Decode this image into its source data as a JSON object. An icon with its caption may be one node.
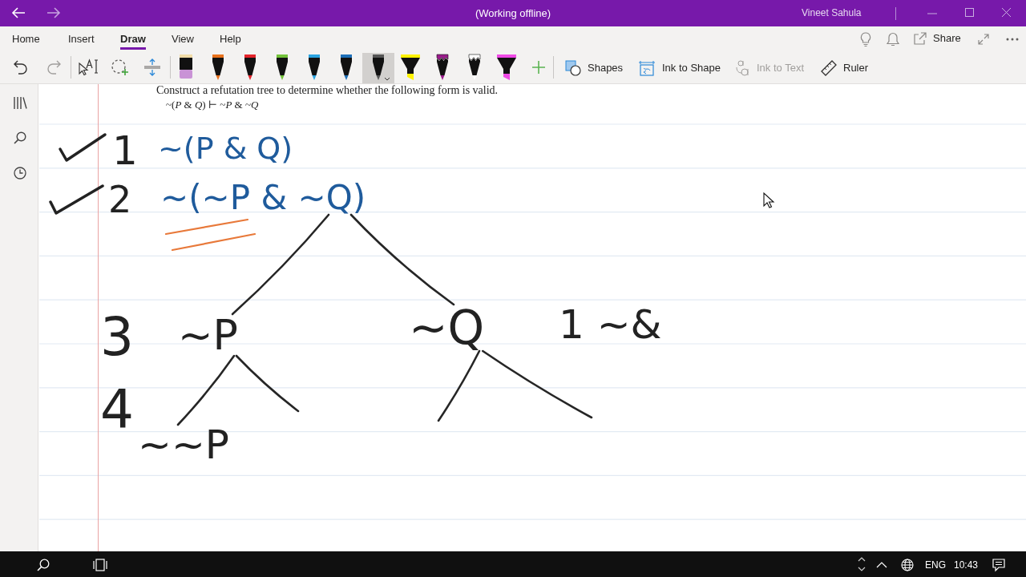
{
  "diagram": {
    "nodes": [
      {
        "text": [
          "~(P & Q)"
        ],
        "beside": [
          "1"
        ]
      },
      {
        "text": [
          "~(~P & ~Q)"
        ],
        "beside": [
          "2"
        ]
      },
      {
        "text": [
          "~P"
        ],
        "beside": [
          "3"
        ]
      },
      {
        "text": [
          "~Q"
        ]
      },
      {
        "text": [
          "~~P"
        ],
        "beside": [
          "4"
        ]
      }
    ],
    "edges": [
      {
        "from": 1,
        "to": 2,
        "arrow": "none"
      },
      {
        "from": 1,
        "to": 3,
        "arrow": "none"
      },
      {
        "from": 2,
        "to": 4,
        "arrow": "none"
      },
      {
        "from": 2,
        "to": null,
        "arrow": "none"
      },
      {
        "from": 3,
        "to": null,
        "arrow": "none"
      },
      {
        "from": 3,
        "to": null,
        "arrow": "none"
      }
    ],
    "labels": [
      "(Working offline)",
      "Vineet Sahula",
      "Home",
      "Insert",
      "Draw",
      "View",
      "Help",
      "Share",
      "Shapes",
      "Ink to Shape",
      "Ink to Text",
      "Ruler",
      "Construct a refutation tree to determine whether the following form is valid.",
      "~(*P* & *Q*) ⊢ ~*P* & ~*Q*",
      "1 ~&",
      "ENG",
      "10:43"
    ]
  }
}
